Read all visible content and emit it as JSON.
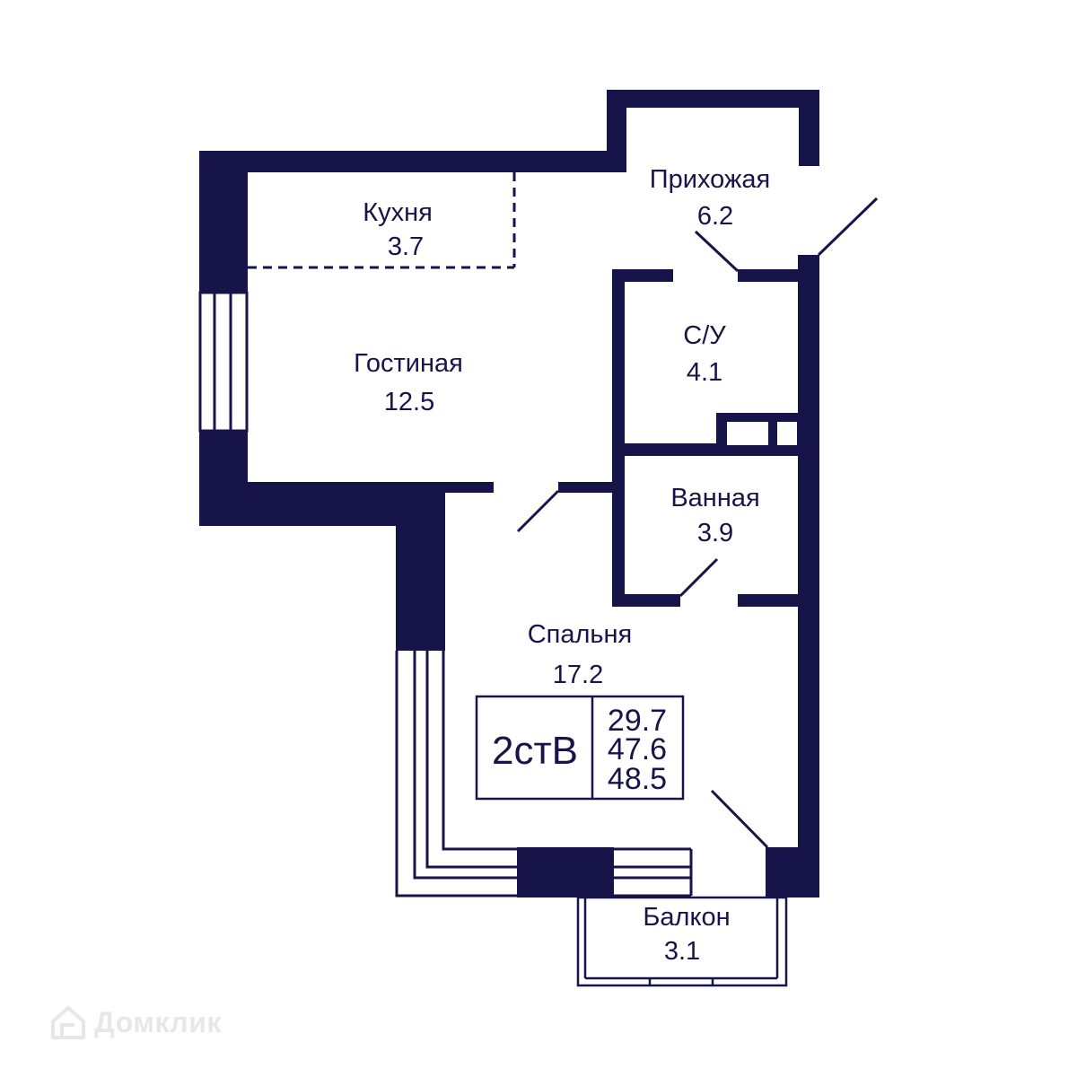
{
  "colors": {
    "wall": "#17144a",
    "background": "#ffffff",
    "watermark": "#e7e7ea"
  },
  "rooms": {
    "hallway": {
      "name": "Прихожая",
      "area": "6.2"
    },
    "kitchen": {
      "name": "Кухня",
      "area": "3.7"
    },
    "living": {
      "name": "Гостиная",
      "area": "12.5"
    },
    "wc": {
      "name": "С/У",
      "area": "4.1"
    },
    "bathroom": {
      "name": "Ванная",
      "area": "3.9"
    },
    "bedroom": {
      "name": "Спальня",
      "area": "17.2"
    },
    "balcony": {
      "name": "Балкон",
      "area": "3.1"
    }
  },
  "apartment": {
    "code": "2стВ",
    "areas": [
      "29.7",
      "47.6",
      "48.5"
    ]
  },
  "watermark": {
    "text": "Домклик",
    "icon": "house-logo-icon"
  }
}
